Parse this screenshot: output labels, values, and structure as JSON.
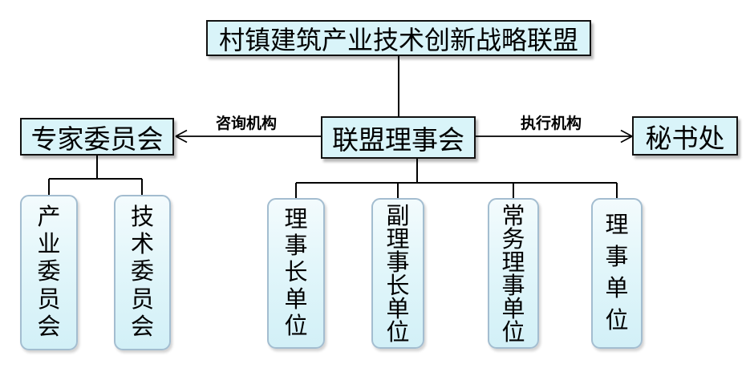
{
  "diagram": {
    "title": "村镇建筑产业技术创新战略联盟",
    "council": "联盟理事会",
    "expert_committee": "专家委员会",
    "secretariat": "秘书处",
    "left_arrow_label": "咨询机构",
    "right_arrow_label": "执行机构",
    "expert_children": [
      "产业委员会",
      "技术委员会"
    ],
    "council_children": [
      "理事长单位",
      "副理事长单位",
      "常务理事单位",
      "理事单位"
    ],
    "colors": {
      "node_fill": "#d9f4f9",
      "node_border": "#111111",
      "rounded_fill_top": "#f3fbfd",
      "rounded_fill_bottom": "#d2f0f7",
      "rounded_border": "#a3bdd0",
      "line": "#000000",
      "background": "#ffffff"
    }
  }
}
